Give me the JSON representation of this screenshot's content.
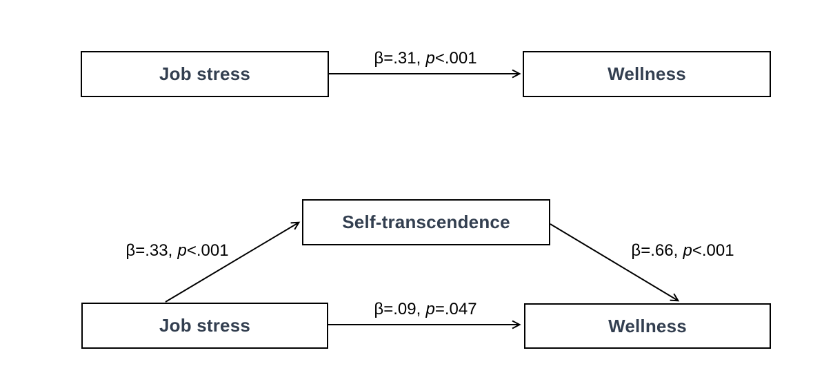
{
  "colors": {
    "background": "#ffffff",
    "box_border": "#000000",
    "box_fill": "#ffffff",
    "box_text": "#333f50",
    "arrow": "#000000",
    "label_text": "#000000"
  },
  "total_effect_model": {
    "predictor_box": "Job stress",
    "outcome_box": "Wellness",
    "path_c": {
      "coef": "β=.31,",
      "p_symbol": "p",
      "p_value": "<.001"
    }
  },
  "mediation_model": {
    "predictor_box": "Job stress",
    "mediator_box": "Self-transcendence",
    "outcome_box": "Wellness",
    "path_a": {
      "coef": "β=.33,",
      "p_symbol": "p",
      "p_value": "<.001"
    },
    "path_b": {
      "coef": "β=.66,",
      "p_symbol": "p",
      "p_value": "<.001"
    },
    "path_c_prime": {
      "coef": "β=.09,",
      "p_symbol": "p",
      "p_value": "=.047"
    }
  }
}
